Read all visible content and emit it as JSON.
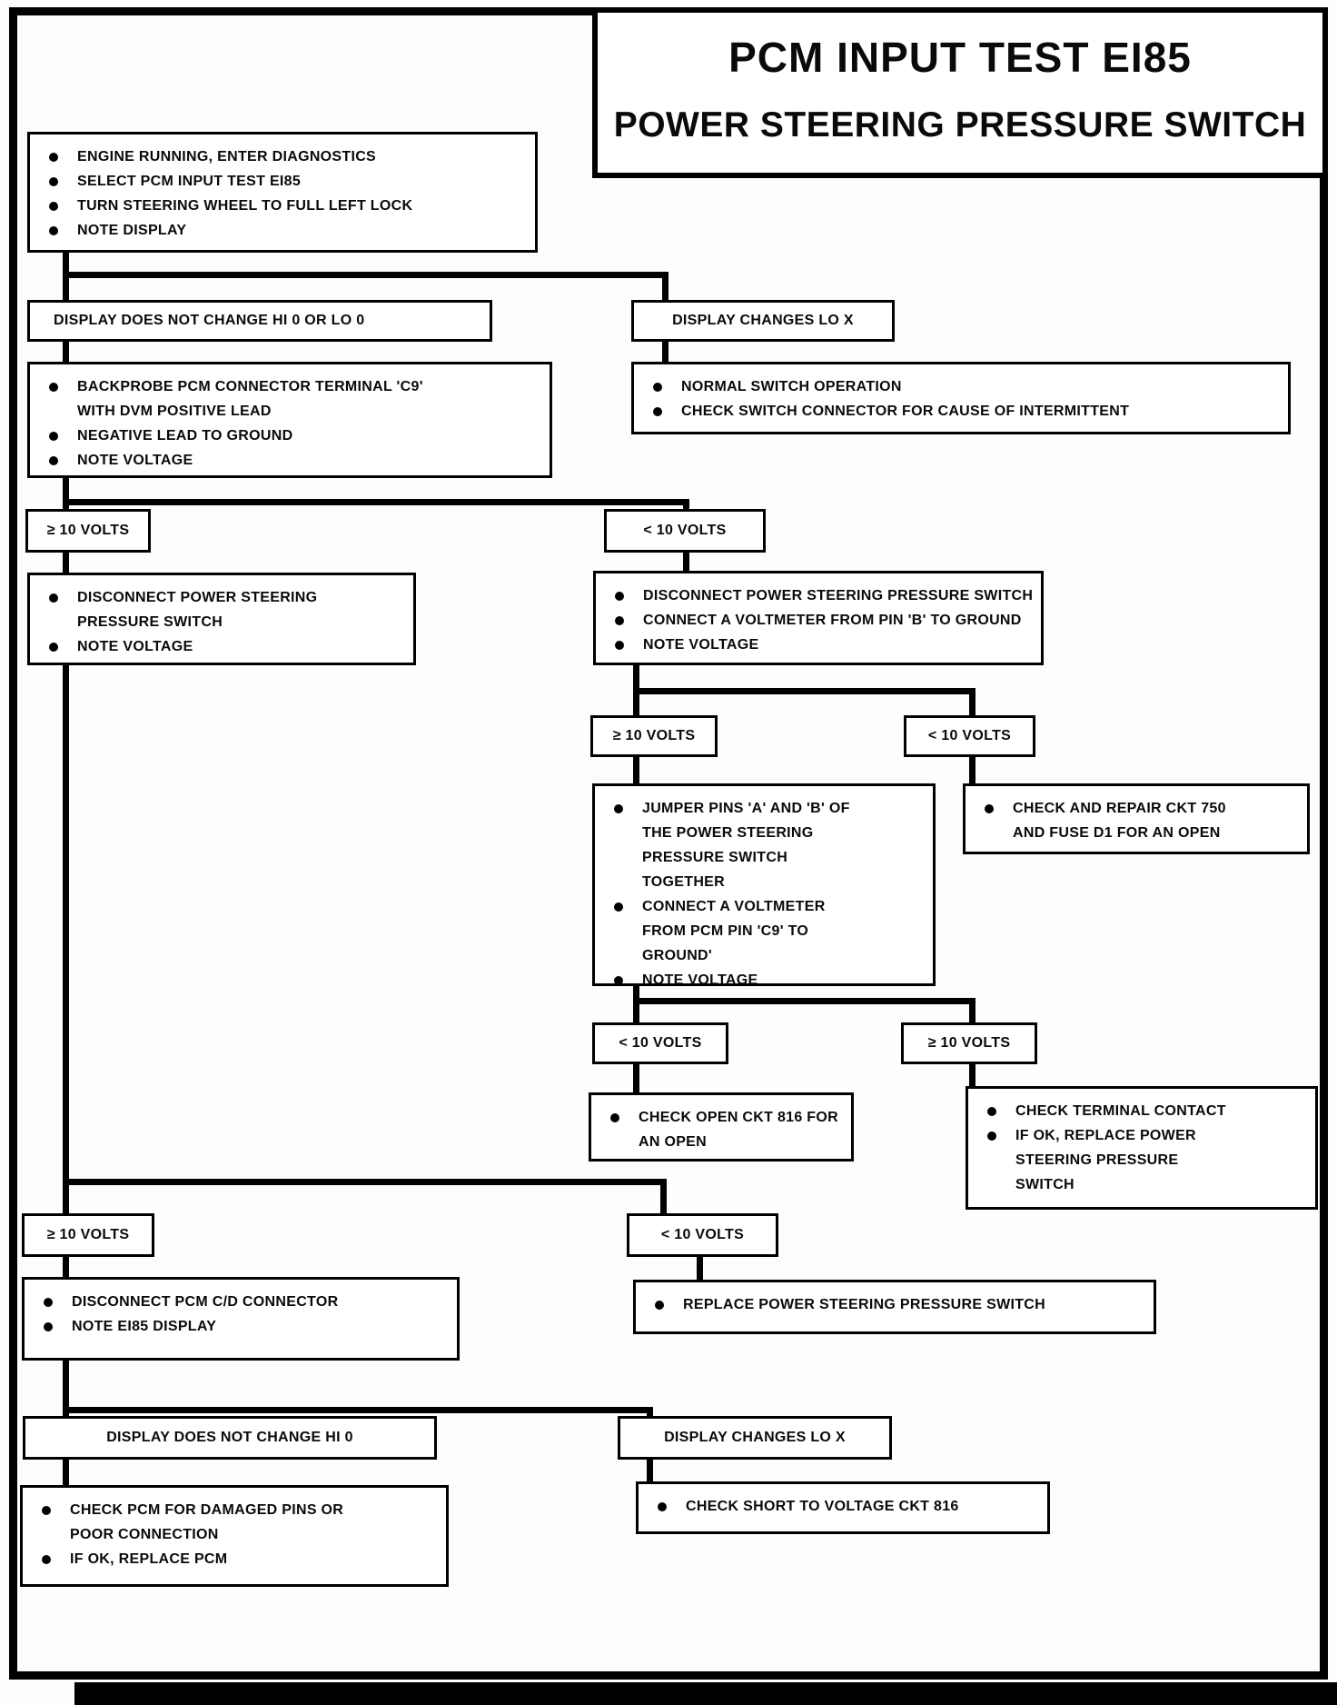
{
  "title": {
    "line1": "PCM INPUT TEST EI85",
    "line2": "POWER STEERING PRESSURE SWITCH"
  },
  "colors": {
    "ink": "#0a0a0a",
    "paper": "#fdfdfd"
  },
  "nodes": {
    "start": {
      "bullets": [
        "ENGINE RUNNING, ENTER DIAGNOSTICS",
        "SELECT PCM INPUT TEST EI85",
        "TURN STEERING WHEEL TO FULL LEFT LOCK",
        "NOTE DISPLAY"
      ]
    },
    "display_no_change_1": {
      "label": "DISPLAY DOES NOT CHANGE HI 0 OR LO 0"
    },
    "display_changes_1": {
      "label": "DISPLAY CHANGES LO X"
    },
    "backprobe": {
      "bullets": [
        "BACKPROBE PCM CONNECTOR TERMINAL 'C9'\nWITH DVM POSITIVE LEAD",
        "NEGATIVE LEAD TO GROUND",
        "NOTE VOLTAGE"
      ]
    },
    "normal_switch": {
      "bullets": [
        "NORMAL SWITCH OPERATION",
        "CHECK SWITCH CONNECTOR FOR CAUSE OF INTERMITTENT"
      ]
    },
    "ge10_a": {
      "label": "≥ 10 VOLTS"
    },
    "lt10_a": {
      "label": "< 10 VOLTS"
    },
    "disconnect_switch": {
      "bullets": [
        "DISCONNECT POWER STEERING\nPRESSURE SWITCH",
        "NOTE VOLTAGE"
      ]
    },
    "disconnect_voltmeter": {
      "bullets": [
        "DISCONNECT POWER STEERING PRESSURE SWITCH",
        "CONNECT A VOLTMETER FROM PIN 'B' TO GROUND",
        "NOTE VOLTAGE"
      ]
    },
    "ge10_b": {
      "label": "≥ 10 VOLTS"
    },
    "lt10_b": {
      "label": "< 10 VOLTS"
    },
    "jumper": {
      "bullets": [
        "JUMPER PINS 'A' AND 'B' OF\nTHE POWER STEERING\nPRESSURE SWITCH\nTOGETHER",
        "CONNECT A VOLTMETER\nFROM PCM PIN 'C9' TO\nGROUND'",
        "NOTE VOLTAGE"
      ]
    },
    "repair_ckt750": {
      "bullets": [
        "CHECK AND REPAIR CKT 750\nAND FUSE D1 FOR AN OPEN"
      ]
    },
    "lt10_c": {
      "label": "< 10 VOLTS"
    },
    "ge10_c": {
      "label": "≥ 10 VOLTS"
    },
    "open_ckt816": {
      "bullets": [
        "CHECK OPEN CKT 816 FOR\nAN OPEN"
      ]
    },
    "terminal_contact": {
      "bullets": [
        "CHECK TERMINAL CONTACT",
        "IF OK, REPLACE POWER\nSTEERING PRESSURE\nSWITCH"
      ]
    },
    "ge10_d": {
      "label": "≥ 10 VOLTS"
    },
    "lt10_d": {
      "label": "< 10 VOLTS"
    },
    "disconnect_pcm": {
      "bullets": [
        "DISCONNECT PCM C/D CONNECTOR",
        "NOTE EI85 DISPLAY"
      ]
    },
    "replace_switch": {
      "bullets": [
        "REPLACE POWER STEERING PRESSURE SWITCH"
      ]
    },
    "display_no_change_2": {
      "label": "DISPLAY DOES NOT CHANGE HI 0"
    },
    "display_changes_2": {
      "label": "DISPLAY CHANGES LO X"
    },
    "check_pcm": {
      "bullets": [
        "CHECK PCM FOR DAMAGED PINS OR\nPOOR CONNECTION",
        "IF OK, REPLACE PCM"
      ]
    },
    "short_ckt816": {
      "bullets": [
        "CHECK SHORT TO VOLTAGE CKT 816"
      ]
    }
  }
}
